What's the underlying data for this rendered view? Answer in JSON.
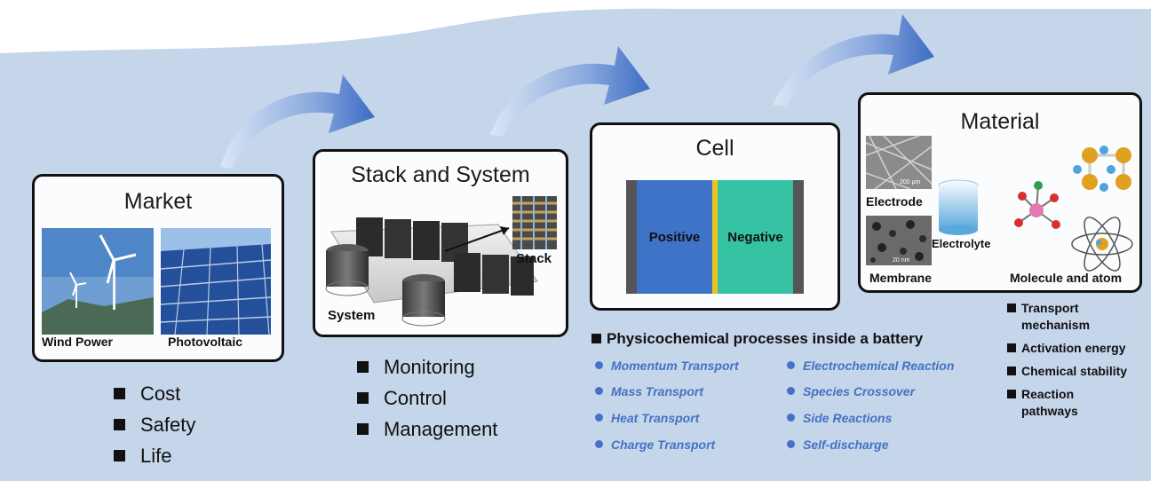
{
  "colors": {
    "background": "#c5d5ea",
    "arrow": "#3d6cc4",
    "positive": "#3e73c7",
    "negative": "#35c3a4",
    "separator": "#f0c020",
    "process_text": "#4472c4"
  },
  "market": {
    "title": "Market",
    "left_label": "Wind Power",
    "right_label": "Photovoltaic",
    "items": [
      "Cost",
      "Safety",
      "Life"
    ]
  },
  "stack": {
    "title": "Stack and System",
    "stack_label": "Stack",
    "system_label": "System",
    "items": [
      "Monitoring",
      "Control",
      "Management"
    ]
  },
  "cell": {
    "title": "Cell",
    "positive": "Positive",
    "negative": "Negative"
  },
  "processes": {
    "heading": "Physicochemical processes inside a battery",
    "left": [
      "Momentum Transport",
      "Mass Transport",
      "Heat Transport",
      "Charge Transport"
    ],
    "right": [
      "Electrochemical Reaction",
      "Species Crossover",
      "Side Reactions",
      "Self-discharge"
    ]
  },
  "material": {
    "title": "Material",
    "electrode": "Electrode",
    "electrolyte": "Electrolyte",
    "membrane": "Membrane",
    "molecule": "Molecule and atom",
    "scale_top": "200 μm",
    "scale_bottom": "20 nm",
    "items": [
      "Transport mechanism",
      "Activation energy",
      "Chemical stability",
      "Reaction pathways"
    ]
  }
}
